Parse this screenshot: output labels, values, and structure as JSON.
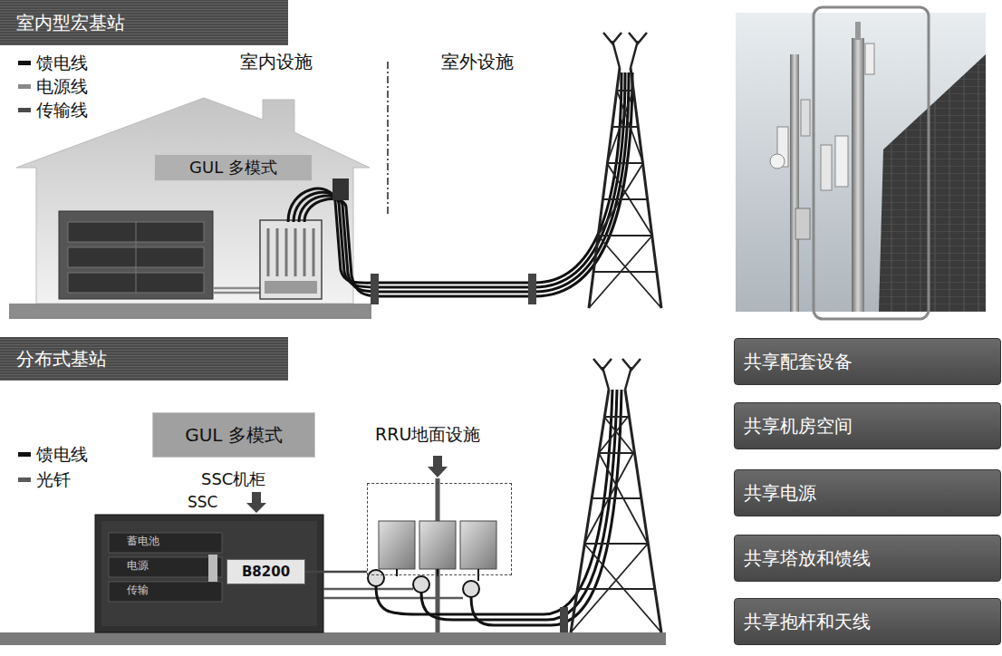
{
  "diagram": {
    "nodes": [
      {
        "text": [
          "室内型宏基站"
        ]
      },
      {
        "text": [
          "GUL 多模式"
        ]
      },
      {
        "text": [
          "分布式基站"
        ]
      },
      {
        "text": [
          "GUL 多模式"
        ]
      },
      {
        "text": [
          "SSC"
        ]
      },
      {
        "text": [
          "B8200"
        ],
        "in": 4
      },
      {
        "text": [
          "RRU地面设施"
        ]
      },
      {
        "text": [
          "共享配套设备"
        ]
      },
      {
        "text": [
          "共享机房空间"
        ]
      },
      {
        "text": [
          "共享电源"
        ]
      },
      {
        "text": [
          "共享塔放和馈线"
        ]
      },
      {
        "text": [
          "共享抱杆和天线"
        ]
      }
    ],
    "edges": [
      {
        "from": 5,
        "to": 6,
        "arrow": "none"
      }
    ],
    "labels": [
      "室内设施",
      "室外设施",
      "SSC机柜",
      "蓄电池",
      "电源",
      "传输"
    ],
    "legend": [
      {
        "text": "馈电线",
        "color": "#111111"
      },
      {
        "text": "电源线",
        "color": "#8a8a8a"
      },
      {
        "text": "传输线",
        "color": "#4a4a4a"
      },
      {
        "text": "馈电线",
        "color": "#111111"
      },
      {
        "text": "光钎",
        "color": "#5a5a5a"
      }
    ]
  }
}
